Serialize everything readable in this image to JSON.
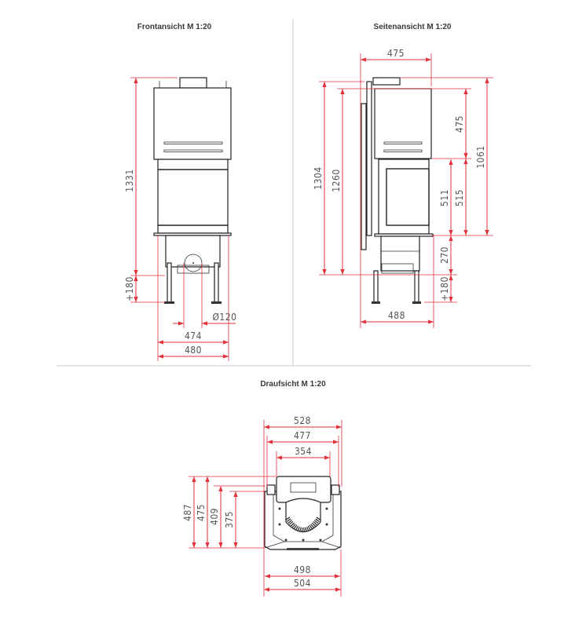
{
  "titles": {
    "front": "Frontansicht M 1:20",
    "side": "Seitenansicht M 1:20",
    "top": "Draufsicht M 1:20"
  },
  "front_dims": {
    "height_total": "1331",
    "leg_adjust": "+180",
    "flue_diameter": "Ø120",
    "width_inner": "474",
    "width_outer": "480"
  },
  "side_dims": {
    "depth_top": "475",
    "height_1304": "1304",
    "height_1260": "1260",
    "upper_475": "475",
    "height_1061": "1061",
    "door_511": "511",
    "door_515": "515",
    "base_270": "270",
    "leg_adjust": "+180",
    "depth_488": "488"
  },
  "top_dims": {
    "w528": "528",
    "w477": "477",
    "w354": "354",
    "d487": "487",
    "d475": "475",
    "d409": "409",
    "d375": "375",
    "w498": "498",
    "w504": "504"
  },
  "colors": {
    "dimension": "#e3313c",
    "outline": "#222222",
    "separator": "#c8c8c8"
  }
}
